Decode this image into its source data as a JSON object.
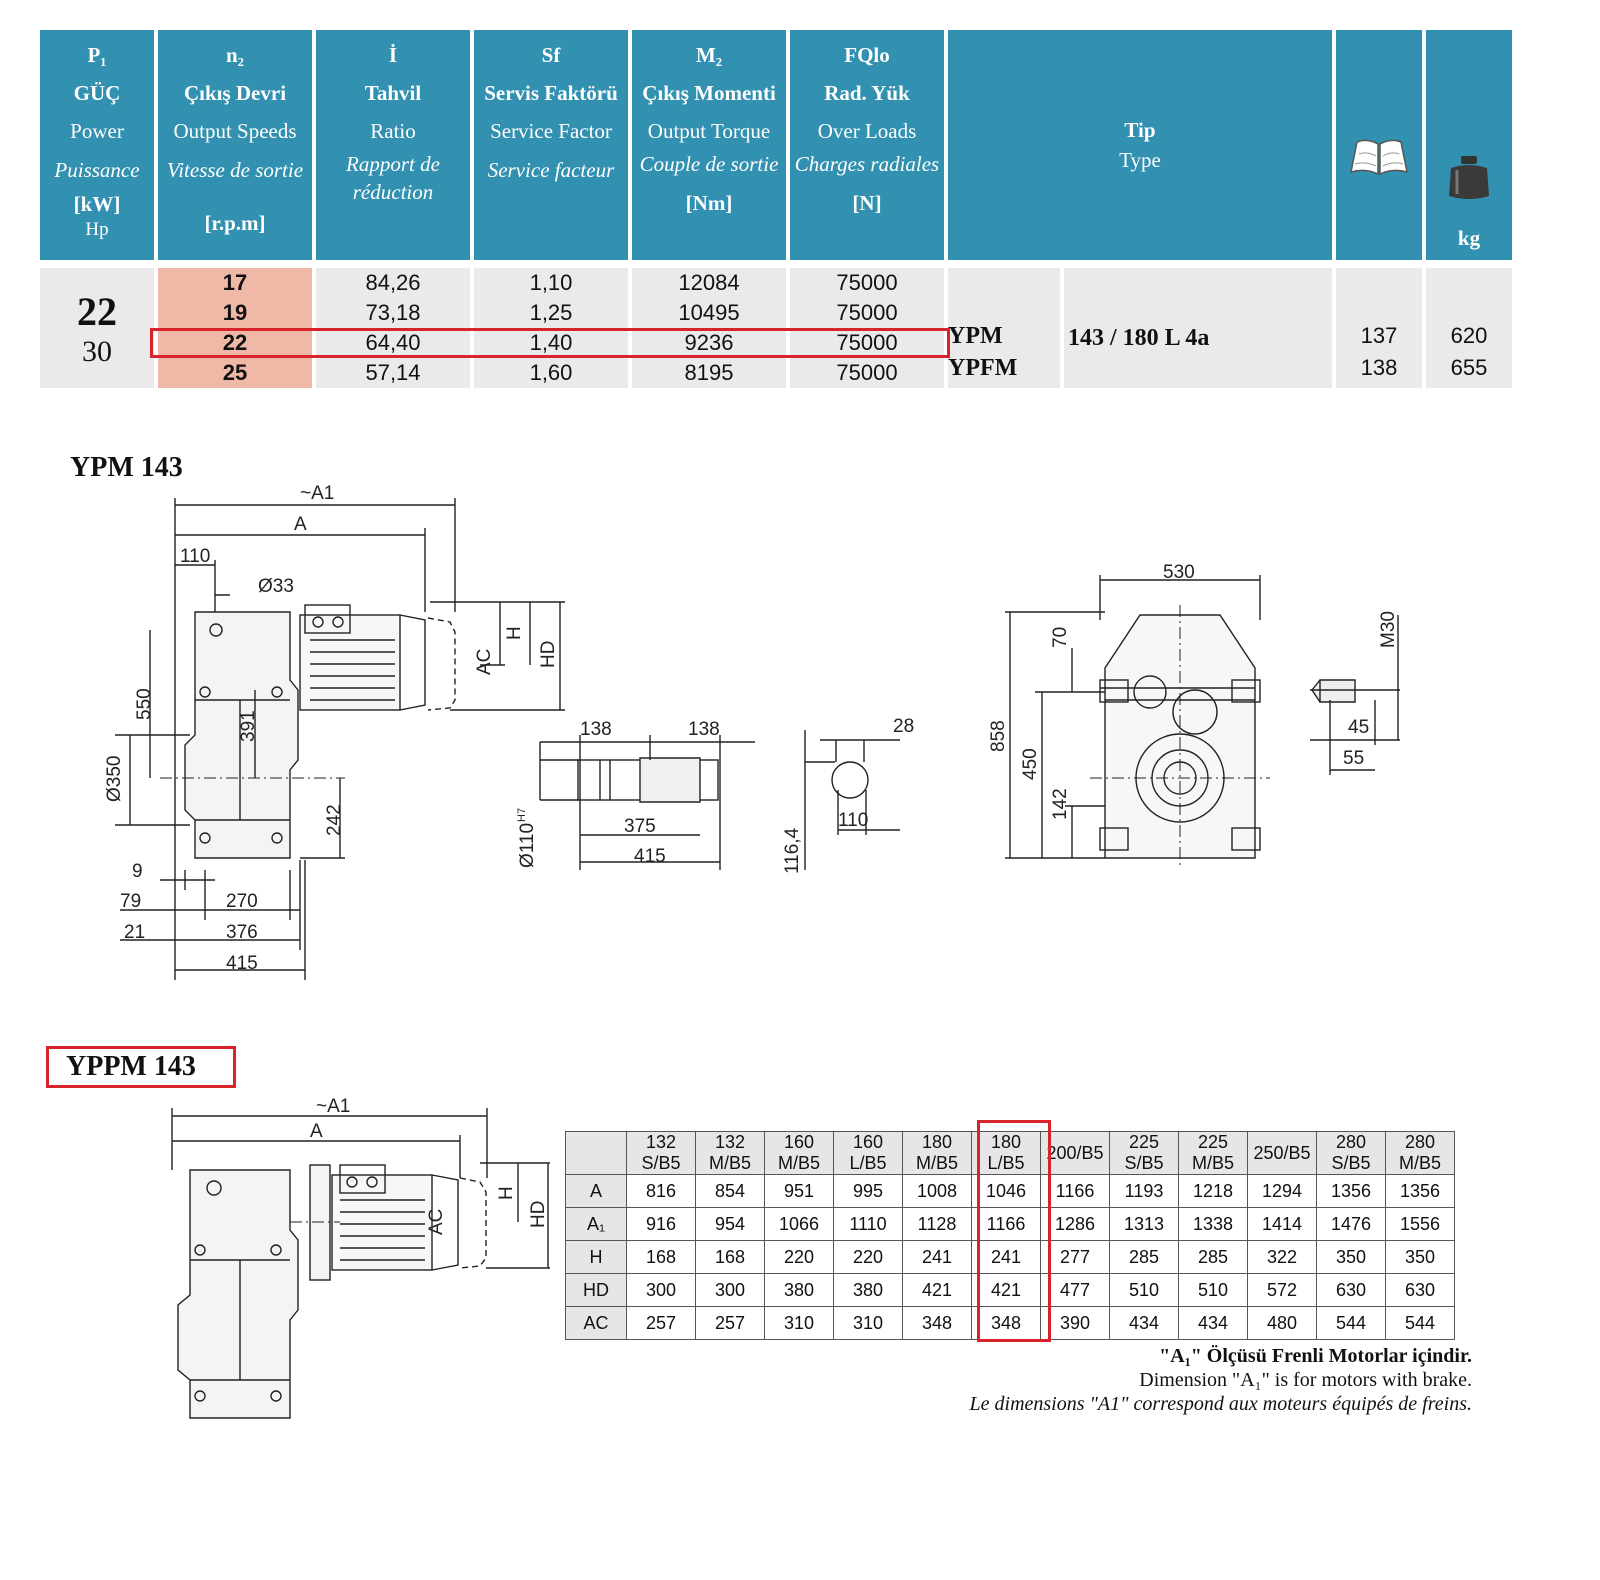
{
  "spec_header": {
    "p1": {
      "sym": "P₁",
      "tr": "GÜÇ",
      "en": "Power",
      "fr": "Puissance",
      "unit": "[kW]",
      "unit2": "Hp"
    },
    "n2": {
      "sym": "n₂",
      "tr": "Çıkış Devri",
      "en": "Output Speeds",
      "fr": "Vitesse de sortie",
      "unit": "[r.p.m]"
    },
    "i": {
      "sym": "İ",
      "tr": "Tahvil",
      "en": "Ratio",
      "fr": "Rapport de réduction"
    },
    "sf": {
      "sym": "Sf",
      "tr": "Servis Faktörü",
      "en": "Service Factor",
      "fr": "Service facteur"
    },
    "m2": {
      "sym": "M₂",
      "tr": "Çıkış Momenti",
      "en": "Output Torque",
      "fr": "Couple de sortie",
      "unit": "[Nm]"
    },
    "fq": {
      "sym": "FQlo",
      "tr": "Rad. Yük",
      "en": "Over Loads",
      "fr": "Charges radiales",
      "unit": "[N]"
    },
    "tip": {
      "tr": "Tip",
      "en": "Type"
    },
    "weight_unit": "kg",
    "book_icon": "catalog-book-icon",
    "weight_icon": "weight-icon"
  },
  "spec": {
    "power_kw": "22",
    "power_hp": "30",
    "rows": [
      {
        "n2": "17",
        "i": "84,26",
        "sf": "1,10",
        "m2": "12084",
        "fq": "75000"
      },
      {
        "n2": "19",
        "i": "73,18",
        "sf": "1,25",
        "m2": "10495",
        "fq": "75000"
      },
      {
        "n2": "22",
        "i": "64,40",
        "sf": "1,40",
        "m2": "9236",
        "fq": "75000"
      },
      {
        "n2": "25",
        "i": "57,14",
        "sf": "1,60",
        "m2": "8195",
        "fq": "75000"
      }
    ],
    "types": [
      "YPM",
      "YPFM"
    ],
    "type_size": "143 / 180 L 4a",
    "pages": [
      "137",
      "138"
    ],
    "weights": [
      "620",
      "655"
    ]
  },
  "drawing1": {
    "title": "YPM 143",
    "dims": {
      "a1": "~A1",
      "a": "A",
      "d110": "110",
      "d33": "Ø33",
      "h": "H",
      "hd": "HD",
      "ac": "AC",
      "d550": "550",
      "d391": "391",
      "d350": "Ø350",
      "d242": "242",
      "d9": "9",
      "d79": "79",
      "d270": "270",
      "d21": "21",
      "d376": "376",
      "d415": "415",
      "s138a": "138",
      "s138b": "138",
      "s375": "375",
      "s415": "415",
      "s110h7": "Ø110",
      "h7": "H7",
      "k28": "28",
      "k110": "110",
      "k116": "116,4",
      "f530": "530",
      "f858": "858",
      "f70": "70",
      "f450": "450",
      "f142": "142",
      "m30": "M30",
      "m45": "45",
      "m55": "55"
    }
  },
  "drawing2": {
    "title": "YPPM 143",
    "dims": {
      "a1": "~A1",
      "a": "A",
      "h": "H",
      "hd": "HD",
      "ac": "AC"
    }
  },
  "dim_table": {
    "columns": [
      "132 S/B5",
      "132 M/B5",
      "160 M/B5",
      "160 L/B5",
      "180 M/B5",
      "180 L/B5",
      "200/B5",
      "225 S/B5",
      "225 M/B5",
      "250/B5",
      "280 S/B5",
      "280 M/B5"
    ],
    "rows": [
      {
        "label": "A",
        "values": [
          "816",
          "854",
          "951",
          "995",
          "1008",
          "1046",
          "1166",
          "1193",
          "1218",
          "1294",
          "1356",
          "1356"
        ]
      },
      {
        "label": "A₁",
        "values": [
          "916",
          "954",
          "1066",
          "1110",
          "1128",
          "1166",
          "1286",
          "1313",
          "1338",
          "1414",
          "1476",
          "1556"
        ]
      },
      {
        "label": "H",
        "values": [
          "168",
          "168",
          "220",
          "220",
          "241",
          "241",
          "277",
          "285",
          "285",
          "322",
          "350",
          "350"
        ]
      },
      {
        "label": "HD",
        "values": [
          "300",
          "300",
          "380",
          "380",
          "421",
          "421",
          "477",
          "510",
          "510",
          "572",
          "630",
          "630"
        ]
      },
      {
        "label": "AC",
        "values": [
          "257",
          "257",
          "310",
          "310",
          "348",
          "348",
          "390",
          "434",
          "434",
          "480",
          "544",
          "544"
        ]
      }
    ],
    "highlight_col": "180 L/B5"
  },
  "notes": {
    "tr": "\"A₁\" Ölçüsü Frenli Motorlar içindir.",
    "en": "Dimension \"A₁\" is for motors with brake.",
    "fr": "Le dimensions \"A1\" correspond aux moteurs équipés de freins."
  },
  "colors": {
    "header": "#3290b0",
    "rpm": "#f0b9a7",
    "cell": "#eaeaea",
    "highlight": "#d8232a"
  }
}
